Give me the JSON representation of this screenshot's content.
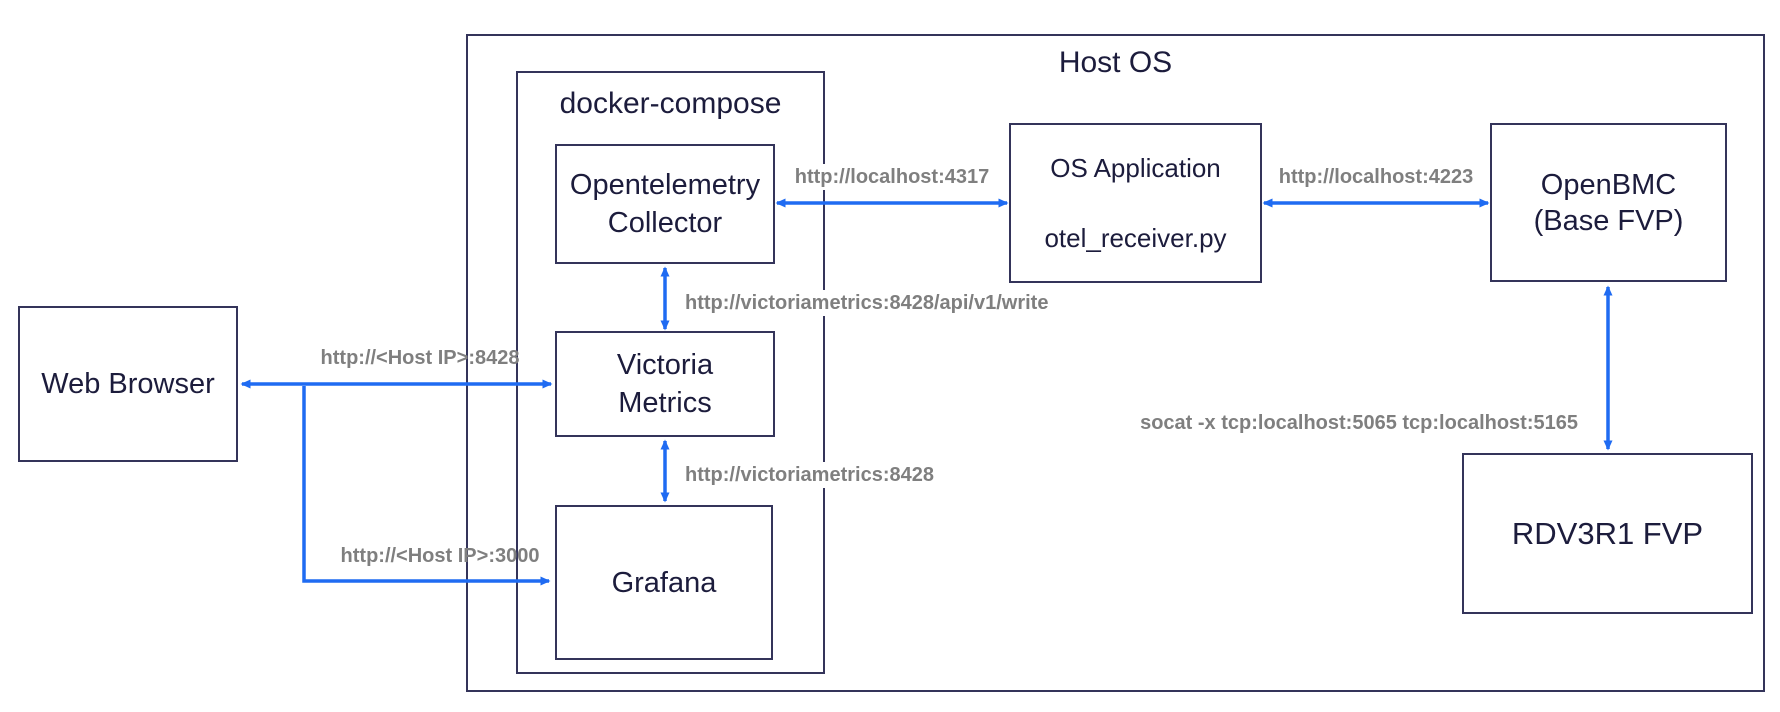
{
  "diagram": {
    "groups": {
      "host_os": {
        "label": "Host OS"
      },
      "docker_compose": {
        "label": "docker-compose"
      }
    },
    "nodes": {
      "web_browser": {
        "label": "Web Browser"
      },
      "otel_collector": {
        "line1": "Opentelemetry",
        "line2": "Collector"
      },
      "victoria_metrics": {
        "line1": "Victoria",
        "line2": "Metrics"
      },
      "grafana": {
        "label": "Grafana"
      },
      "os_application": {
        "line1": "OS Application",
        "line2": "otel_receiver.py"
      },
      "openbmc": {
        "line1": "OpenBMC",
        "line2": "(Base FVP)"
      },
      "rdv3r1_fvp": {
        "label": "RDV3R1 FVP"
      }
    },
    "edge_labels": {
      "otel_to_osapp": "http://localhost:4317",
      "osapp_to_openbmc": "http://localhost:4223",
      "otel_to_victoriametrics": "http://victoriametrics:8428/api/v1/write",
      "victoriametrics_to_grafana": "http://victoriametrics:8428",
      "browser_to_victoriametrics": "http://<Host IP>:8428",
      "browser_to_grafana": "http://<Host IP>:3000",
      "openbmc_to_rdv3r1": "socat -x tcp:localhost:5065 tcp:localhost:5165"
    },
    "colors": {
      "arrow": "#1f6bf2",
      "border": "#34345a",
      "node_text": "#1c1c3c",
      "label_text": "#7f7f7f",
      "background": "#ffffff"
    }
  }
}
